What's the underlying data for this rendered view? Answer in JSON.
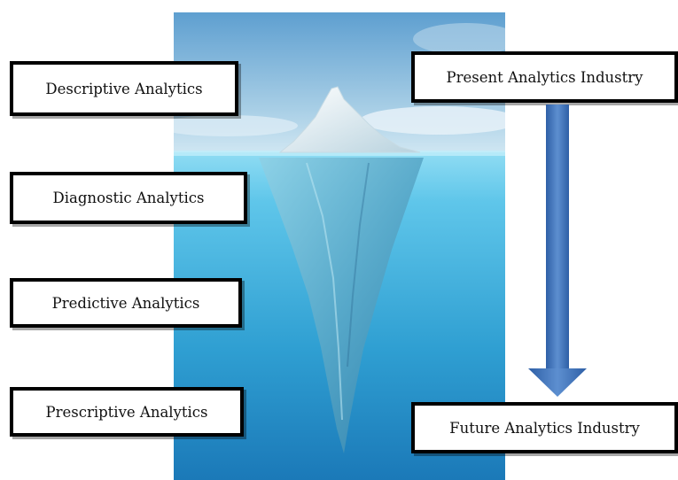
{
  "levels": [
    {
      "label": "Descriptive Analytics"
    },
    {
      "label": "Diagnostic Analytics"
    },
    {
      "label": "Predictive Analytics"
    },
    {
      "label": "Prescriptive Analytics"
    }
  ],
  "timeline": {
    "start_label": "Present Analytics Industry",
    "end_label": "Future Analytics Industry"
  },
  "colors": {
    "sky": "#7fb6d9",
    "water": "#3aa9d6",
    "ice": "#e9f3f7",
    "arrow": "#3d6fb4",
    "border": "#000000"
  }
}
